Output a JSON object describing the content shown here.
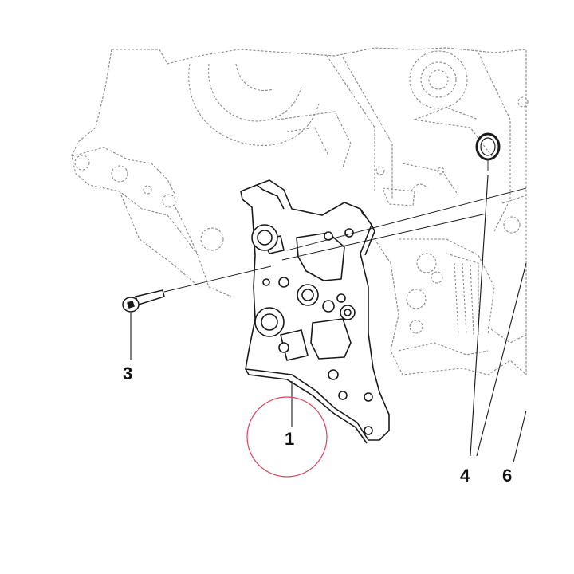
{
  "callouts": {
    "part_1": "1",
    "part_3": "3",
    "part_4": "4",
    "part_6": "6"
  },
  "colors": {
    "line": "#1a1a1a",
    "faint": "#8a8a8a",
    "highlight": "#d9455a",
    "background": "#ffffff"
  }
}
